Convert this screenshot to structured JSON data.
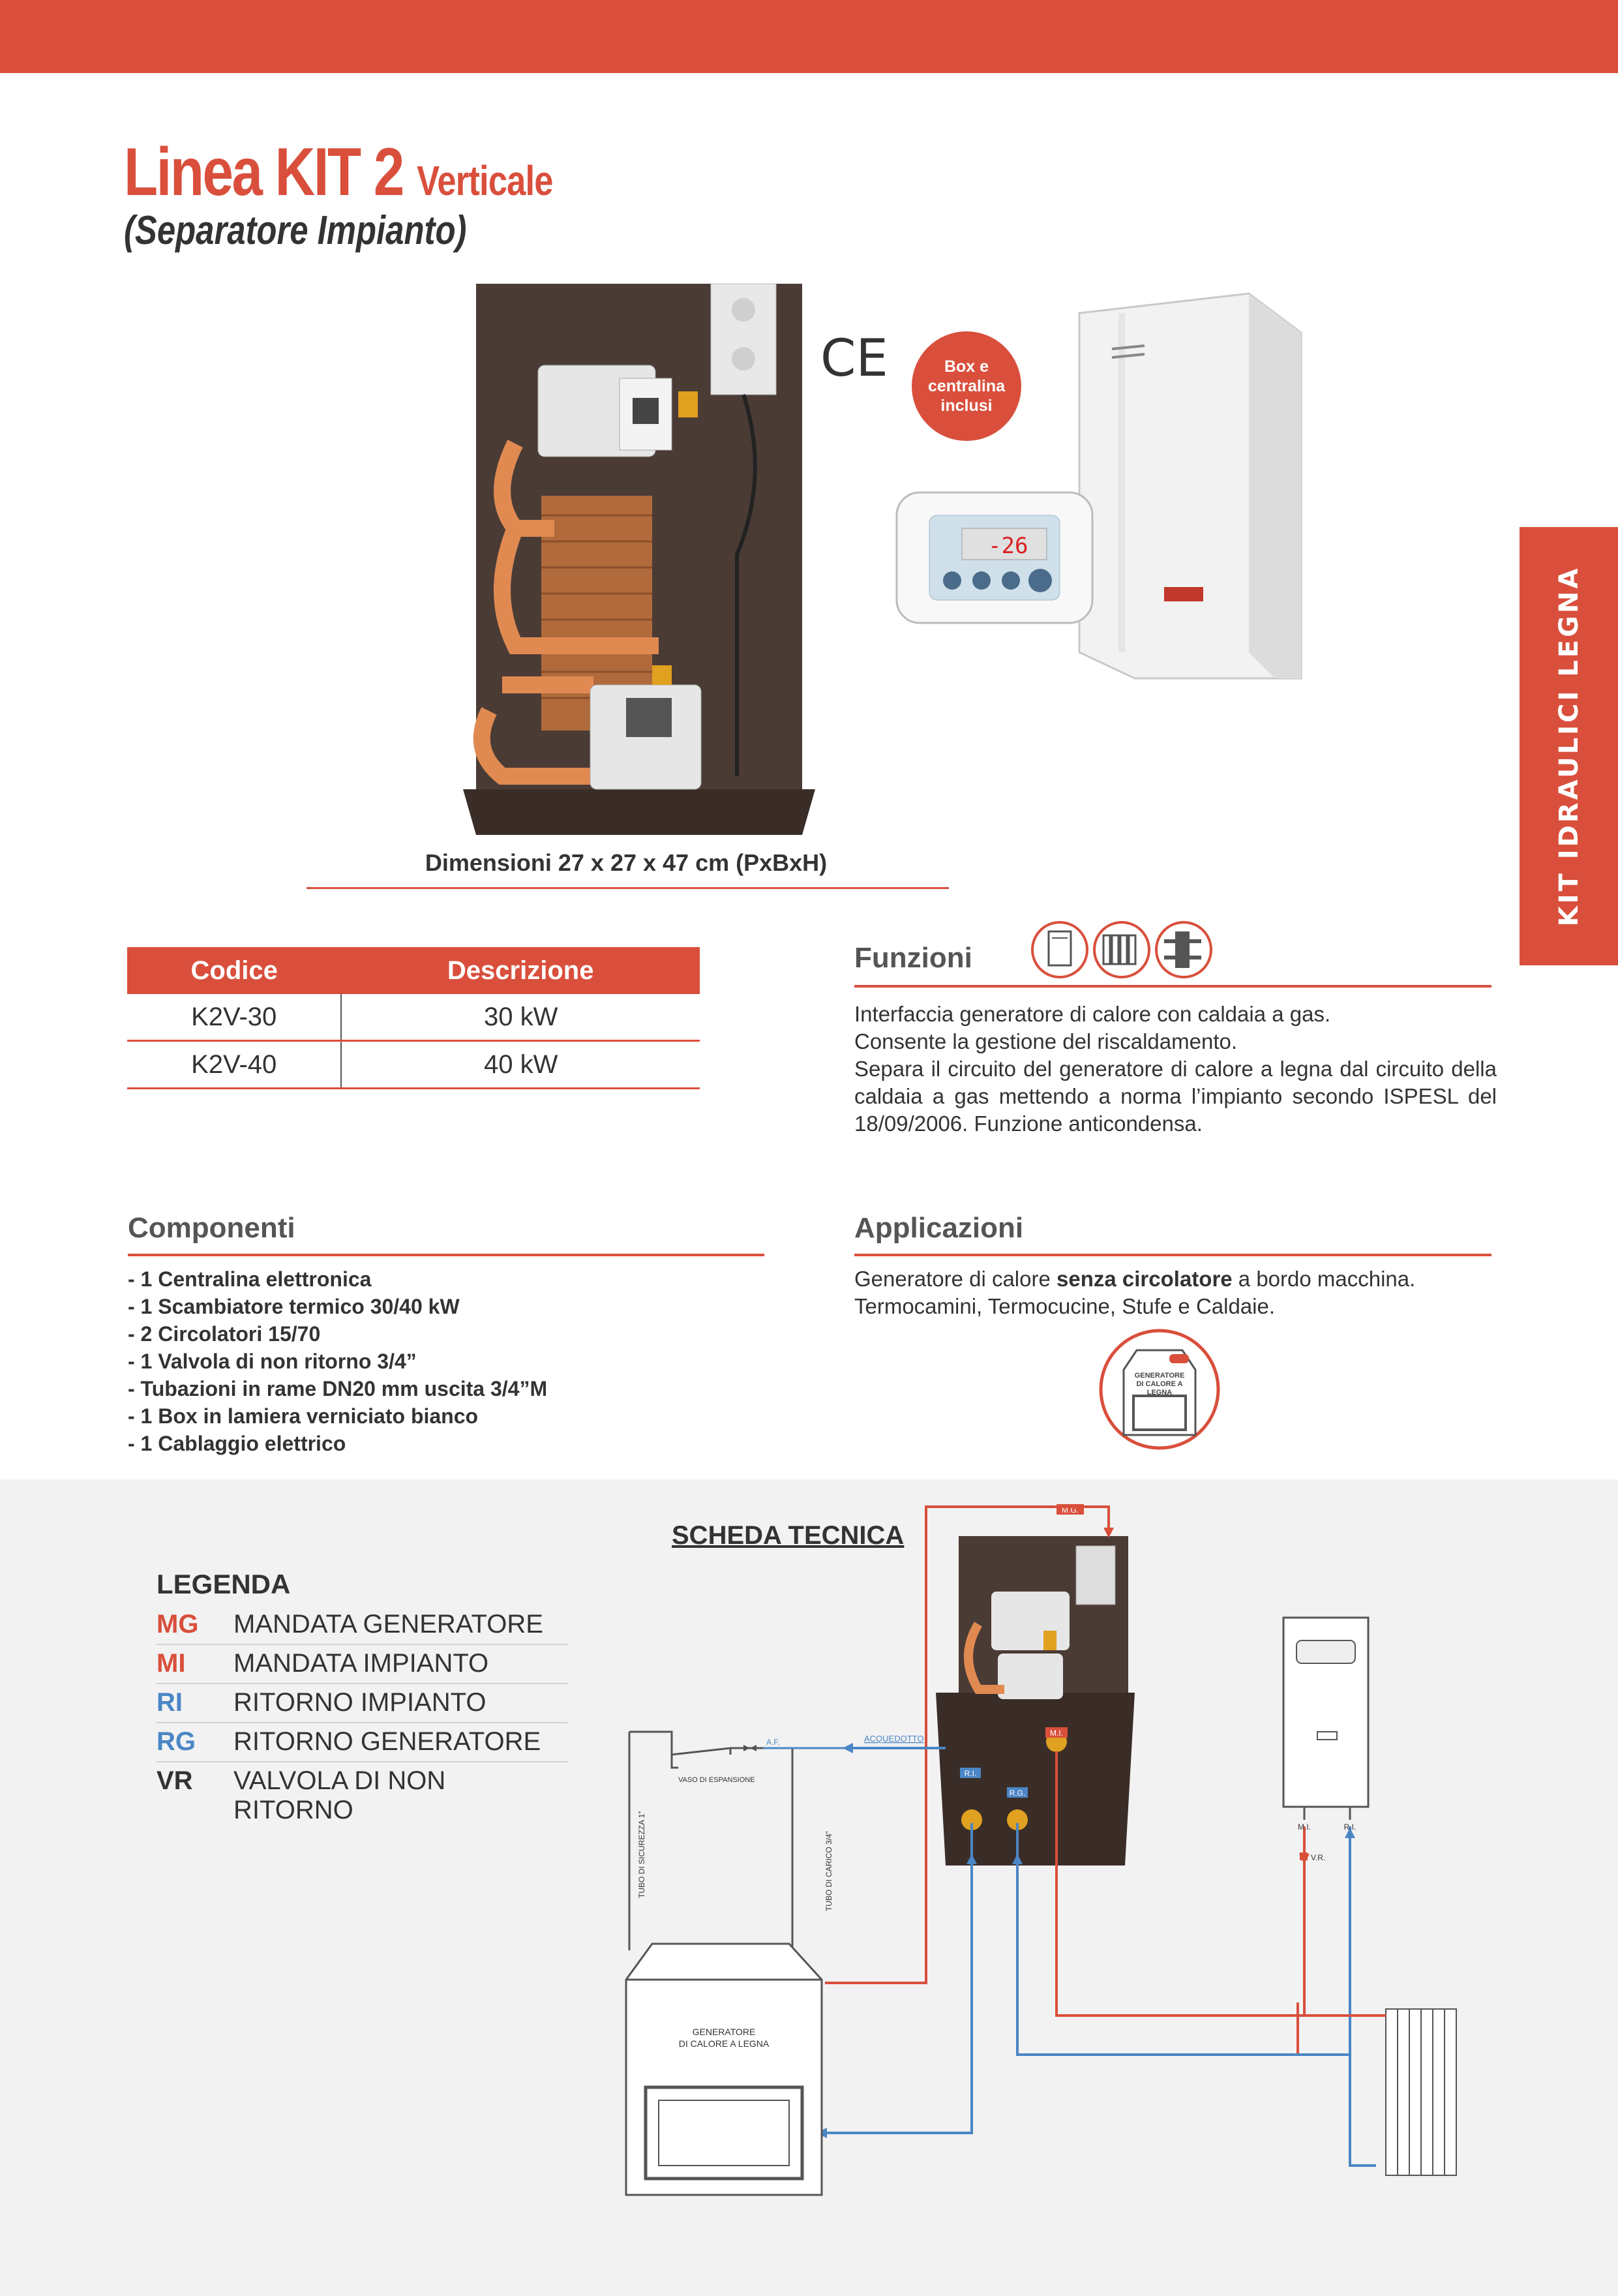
{
  "header": {
    "title_main": "Linea KIT 2",
    "title_variant": "Verticale",
    "subtitle": "(Separatore Impianto)"
  },
  "side_tab": "KIT IDRAULICI LEGNA",
  "product": {
    "ce_mark": "CE",
    "badge": [
      "Box e",
      "centralina",
      "inclusi"
    ],
    "dimensions": "Dimensioni  27 x 27 x 47 cm (PxBxH)"
  },
  "table": {
    "headers": [
      "Codice",
      "Descrizione"
    ],
    "rows": [
      {
        "code": "K2V-30",
        "desc": "30 kW"
      },
      {
        "code": "K2V-40",
        "desc": "40 kW"
      }
    ]
  },
  "funzioni": {
    "title": "Funzioni",
    "lines": [
      "Interfaccia generatore di calore con caldaia a gas.",
      "Consente la gestione del riscaldamento.",
      "Separa il circuito del generatore di calore a legna dal circuito della caldaia a gas mettendo a norma l’impianto secondo ISPESL del 18/09/2006. Funzione anticondensa."
    ]
  },
  "componenti": {
    "title": "Componenti",
    "items": [
      "- 1 Centralina elettronica",
      "- 1 Scambiatore termico 30/40 kW",
      "- 2 Circolatori 15/70",
      "- 1 Valvola di non ritorno 3/4”",
      "- Tubazioni in rame DN20 mm uscita 3/4”M",
      "- 1 Box in lamiera verniciato bianco",
      "- 1 Cablaggio elettrico"
    ]
  },
  "applicazioni": {
    "title": "Applicazioni",
    "line1_pre": "Generatore di calore ",
    "line1_bold": "senza circolatore",
    "line1_post": " a bordo macchina.",
    "line2": "Termocamini, Termocucine, Stufe e Caldaie.",
    "icon_label": [
      "GENERATORE",
      "DI CALORE A LEGNA"
    ]
  },
  "scheda": {
    "title": "SCHEDA TECNICA",
    "legend_title": "LEGENDA",
    "legend": [
      {
        "code": "MG",
        "desc": "MANDATA GENERATORE",
        "color": "#d94f3c"
      },
      {
        "code": "MI",
        "desc": "MANDATA IMPIANTO",
        "color": "#d94f3c"
      },
      {
        "code": "RI",
        "desc": "RITORNO IMPIANTO",
        "color": "#4a86c5"
      },
      {
        "code": "RG",
        "desc": "RITORNO GENERATORE",
        "color": "#4a86c5"
      },
      {
        "code": "VR",
        "desc": "VALVOLA DI NON RITORNO",
        "color": "#333333"
      }
    ],
    "labels": {
      "mg": "M.G.",
      "mi": "M.I.",
      "ri": "R.I.",
      "rg": "R.G.",
      "mi2": "M.I.",
      "ri2": "R.I.",
      "vr": "V.R.",
      "af": "A.F.",
      "acquedotto": "ACQUEDOTTO",
      "vaso": "VASO DI ESPANSIONE",
      "sicurezza": "TUBO DI SICUREZZA 1”",
      "carico": "TUBO DI CARICO 3/4”",
      "generatore": [
        "GENERATORE",
        "DI CALORE A LEGNA"
      ]
    }
  },
  "colors": {
    "accent": "#d94f3c",
    "blue": "#4a86c5"
  }
}
